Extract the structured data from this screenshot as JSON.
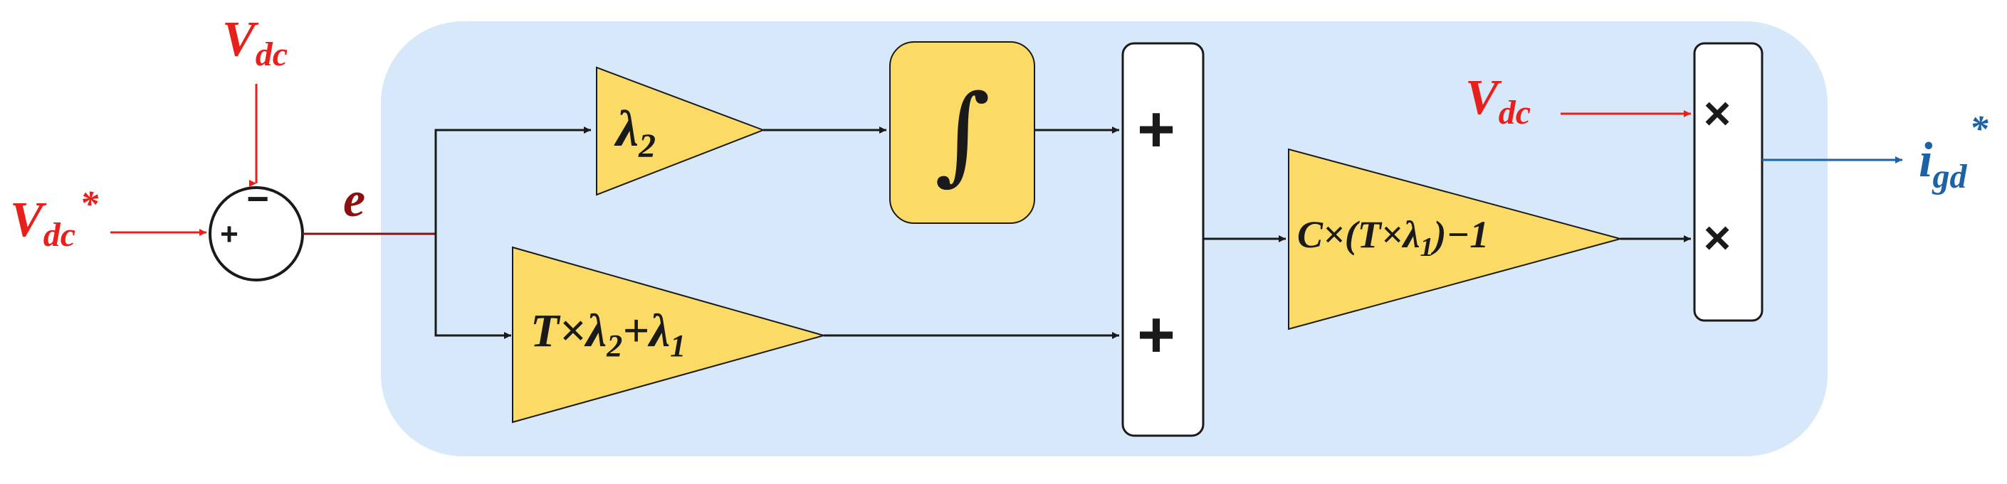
{
  "colors": {
    "controller_fill": "#d6e8f9",
    "block_fill": "#fcda66",
    "input_color": "#e8201c",
    "error_color": "#8b1010",
    "output_color": "#1b62a6",
    "line_color": "#1a1a1a"
  },
  "inputs": {
    "vdc_top": {
      "main": "V",
      "sub": "dc"
    },
    "vdc_ref": {
      "main": "V",
      "sub": "dc",
      "sup": "*"
    },
    "vdc_mult": {
      "main": "V",
      "sub": "dc"
    }
  },
  "sum_junction": {
    "plus": "+",
    "minus": "−"
  },
  "error": {
    "label": "e"
  },
  "gain_lambda2": {
    "main": "λ",
    "sub": "2"
  },
  "integrator": {
    "symbol": "∫"
  },
  "gain_T": {
    "t1": "T×λ",
    "s1": "2",
    "t2": "+λ",
    "s2": "1"
  },
  "adder": {
    "plus_top": "+",
    "plus_bottom": "+"
  },
  "gain_C": {
    "t1": "C×(T×λ",
    "s1": "1",
    "t2": ")−1"
  },
  "multiplier": {
    "x_top": "×",
    "x_bottom": "×"
  },
  "output": {
    "main": "i",
    "sub": "gd",
    "sup": "*"
  }
}
